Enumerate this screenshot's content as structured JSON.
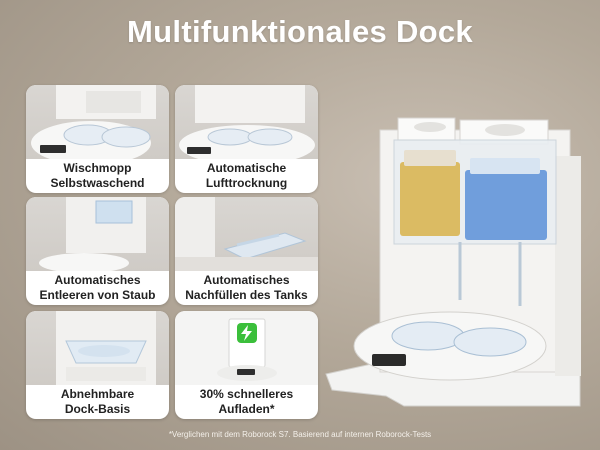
{
  "title": "Multifunktionales Dock",
  "features": [
    {
      "line1": "Wischmopp",
      "line2": "Selbstwaschend"
    },
    {
      "line1": "Automatische",
      "line2": "Lufttrocknung"
    },
    {
      "line1": "Automatisches",
      "line2": "Entleeren von Staub"
    },
    {
      "line1": "Automatisches",
      "line2": "Nachfüllen des Tanks"
    },
    {
      "line1": "Abnehmbare",
      "line2": "Dock-Basis"
    },
    {
      "line1": "30% schnelleres",
      "line2": "Aufladen*"
    }
  ],
  "footnote": "*Verglichen mit dem Roborock S7. Basierend auf internen Roborock-Tests",
  "colors": {
    "clean_water": "#5a8fd8",
    "dirty_water": "#d8b14a",
    "charge": "#3bbf3b"
  },
  "icons": [
    "charging-battery-icon"
  ]
}
